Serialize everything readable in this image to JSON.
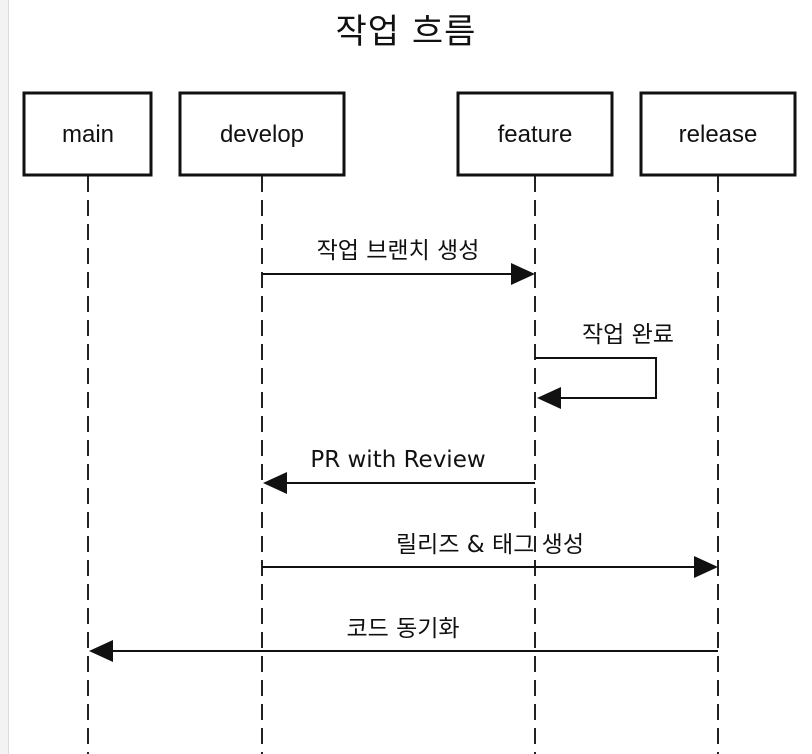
{
  "diagram": {
    "title": "작업 흐름",
    "participants": [
      {
        "id": "main",
        "label": "main"
      },
      {
        "id": "develop",
        "label": "develop"
      },
      {
        "id": "feature",
        "label": "feature"
      },
      {
        "id": "release",
        "label": "release"
      }
    ],
    "messages": [
      {
        "from": "develop",
        "to": "feature",
        "label": "작업 브랜치 생성"
      },
      {
        "from": "feature",
        "to": "feature",
        "label": "작업 완료"
      },
      {
        "from": "feature",
        "to": "develop",
        "label": "PR with Review"
      },
      {
        "from": "develop",
        "to": "release",
        "label": "릴리즈 & 태그 생성"
      },
      {
        "from": "release",
        "to": "main",
        "label": "코드 동기화"
      }
    ]
  }
}
